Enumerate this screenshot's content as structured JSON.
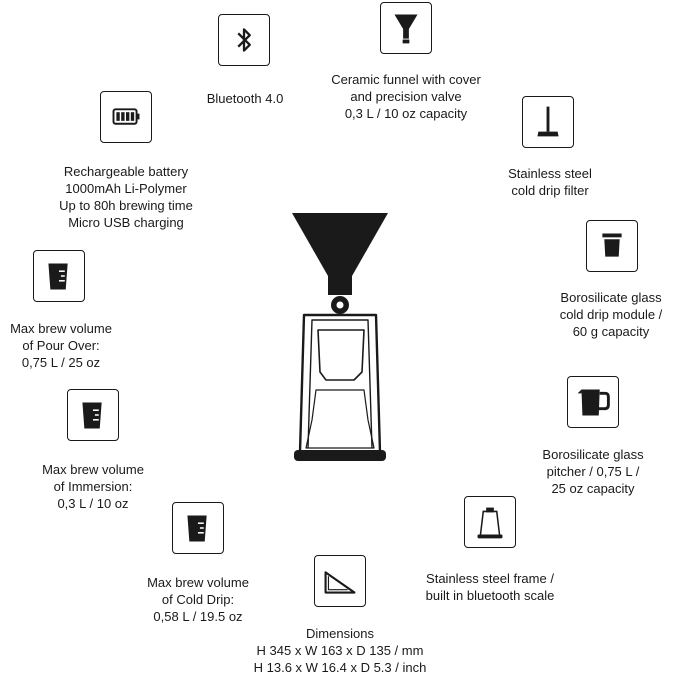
{
  "features": {
    "bluetooth": {
      "icon": "bluetooth-icon",
      "lines": [
        "Bluetooth 4.0"
      ]
    },
    "funnel": {
      "icon": "funnel-icon",
      "lines": [
        "Ceramic funnel with cover",
        "and precision valve",
        "0,3 L / 10 oz capacity"
      ]
    },
    "filter": {
      "icon": "filter-icon",
      "lines": [
        "Stainless steel",
        "cold drip filter"
      ]
    },
    "module": {
      "icon": "module-icon",
      "lines": [
        "Borosilicate glass",
        "cold drip module /",
        "60 g capacity"
      ]
    },
    "pitcher": {
      "icon": "pitcher-icon",
      "lines": [
        "Borosilicate glass",
        "pitcher / 0,75 L /",
        "25 oz capacity"
      ]
    },
    "frame": {
      "icon": "frame-icon",
      "lines": [
        "Stainless steel frame /",
        "built in bluetooth scale"
      ]
    },
    "dimensions": {
      "icon": "dimensions-icon",
      "lines": [
        "Dimensions",
        "H 345 x W 163 x D 135 / mm",
        "H 13.6 x W 16.4 x D 5.3 / inch"
      ]
    },
    "cold_drip": {
      "icon": "beaker-icon",
      "lines": [
        "Max brew volume",
        "of Cold Drip:",
        "0,58 L / 19.5 oz"
      ]
    },
    "immersion": {
      "icon": "beaker-icon",
      "lines": [
        "Max brew volume",
        "of Immersion:",
        "0,3 L / 10 oz"
      ]
    },
    "pour_over": {
      "icon": "beaker-icon",
      "lines": [
        "Max brew volume",
        "of Pour Over:",
        "0,75 L / 25 oz"
      ]
    },
    "battery": {
      "icon": "battery-icon",
      "lines": [
        "Rechargeable battery",
        "1000mAh Li-Polymer",
        "Up to 80h brewing time",
        "Micro USB charging"
      ]
    }
  },
  "colors": {
    "ink": "#1a1a1a",
    "background": "#ffffff"
  }
}
